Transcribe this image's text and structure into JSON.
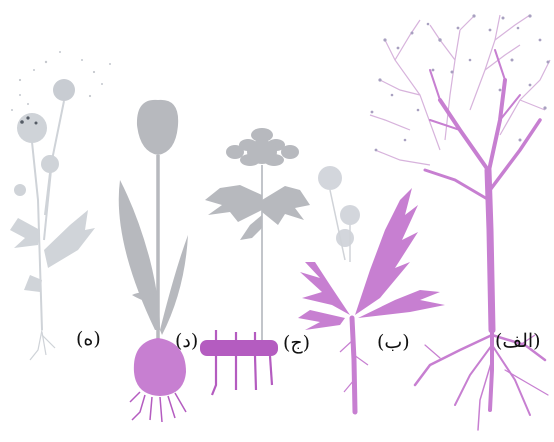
{
  "labels": {
    "a": "(الف)",
    "b": "(ب)",
    "c": "(ج)",
    "d": "(د)",
    "e": "(ه)"
  },
  "colors": {
    "root_highlight": "#c77fd1",
    "root_dark": "#b45cc0",
    "plant_grey": "#b7b9be",
    "plant_light": "#cfd3d8",
    "label_text": "#111111"
  }
}
